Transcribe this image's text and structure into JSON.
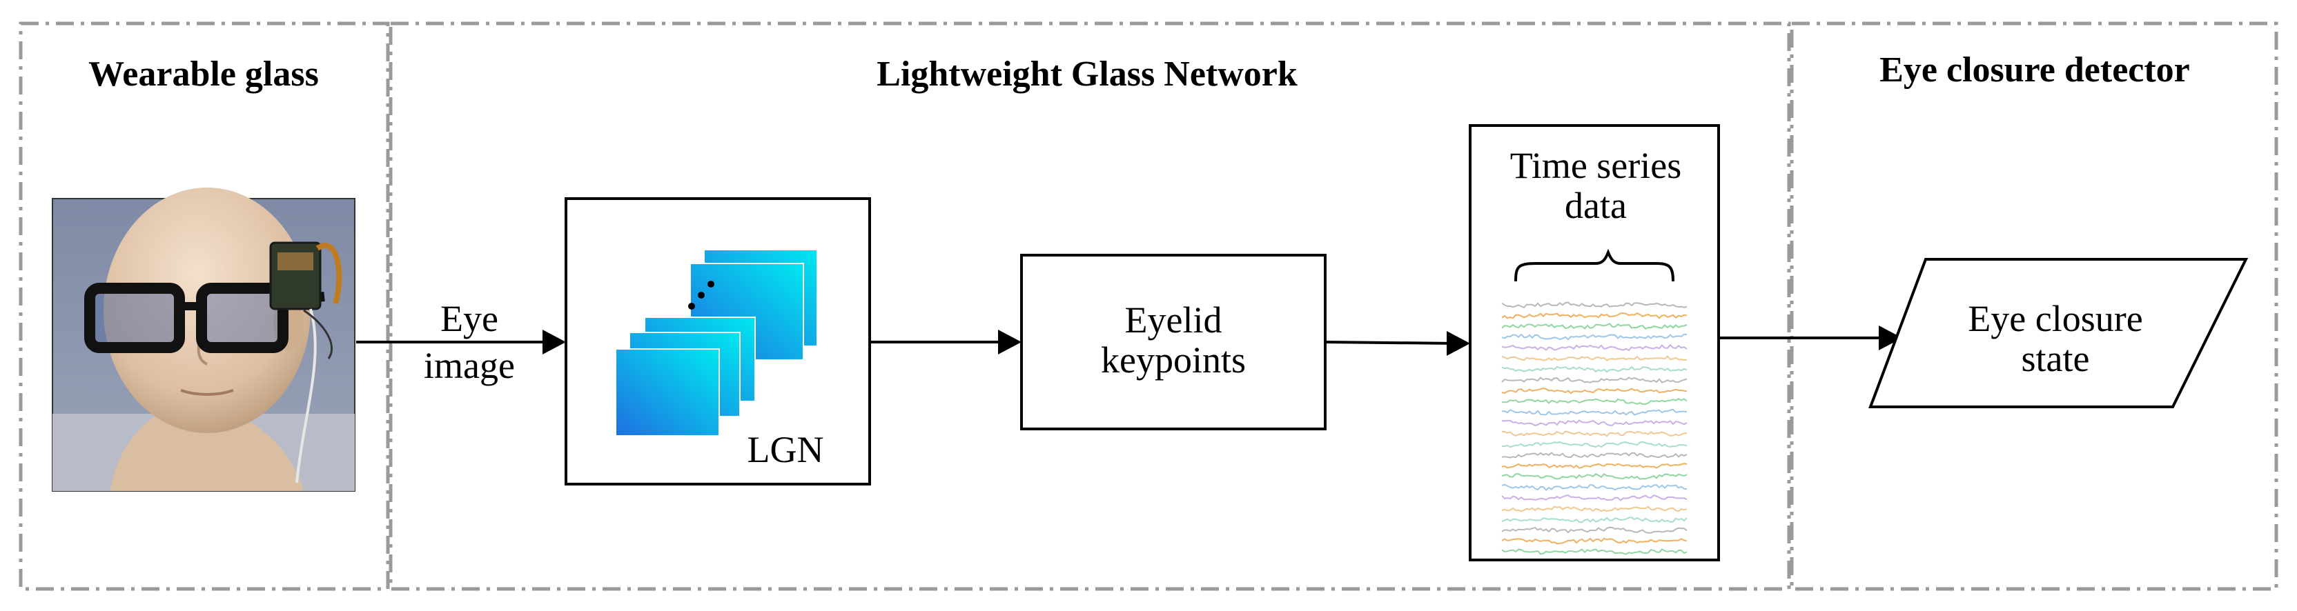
{
  "sections": {
    "wearable": {
      "title": "Wearable glass"
    },
    "network": {
      "title": "Lightweight Glass Network"
    },
    "detector": {
      "title": "Eye closure detector"
    }
  },
  "flow": {
    "input_label_line1": "Eye",
    "input_label_line2": "image",
    "lgn_label": "LGN",
    "keypoints_line1": "Eyelid",
    "keypoints_line2": "keypoints",
    "timeseries_line1": "Time series",
    "timeseries_line2": "data",
    "output_line1": "Eye closure",
    "output_line2": "state"
  },
  "colors": {
    "layer_gradient_start": "#1f6fe0",
    "layer_gradient_end": "#00e8f0",
    "section_border": "#9a9a9a",
    "series_colors": [
      "#b8b8b8",
      "#f0b060",
      "#8fd6a0",
      "#9ec6ea",
      "#c9b0e6",
      "#f0c890",
      "#a8dcd0"
    ]
  },
  "icons": {
    "photo": "mannequin-with-wearable-glasses-photo"
  }
}
